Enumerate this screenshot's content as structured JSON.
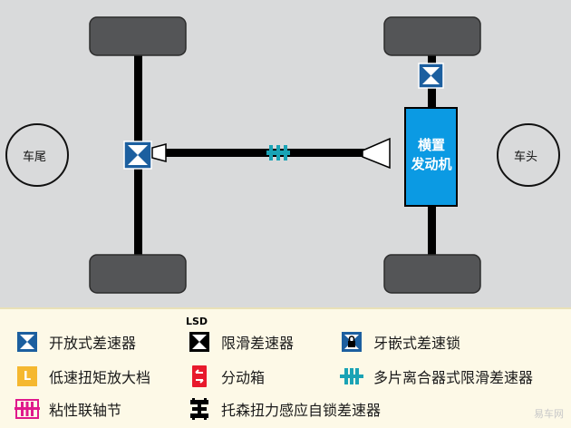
{
  "diagram": {
    "rear_label": "车尾",
    "front_label": "车头",
    "engine_label_line1": "横置",
    "engine_label_line2": "发动机",
    "colors": {
      "background": "#d9dadb",
      "tire": "#545557",
      "shaft": "#000000",
      "engine": "#0b9ae3",
      "open_diff": "#1c5f9f",
      "multi_plate_clutch": "#1aa3b5",
      "legend_background": "#fdf9e7"
    }
  },
  "legend": {
    "items": [
      {
        "icon": "open-differential-icon",
        "label": "开放式差速器"
      },
      {
        "icon": "limited-slip-differential-icon",
        "label": "限滑差速器",
        "badge": "LSD"
      },
      {
        "icon": "locking-differential-icon",
        "label": "牙嵌式差速锁"
      },
      {
        "icon": "low-range-gear-icon",
        "label": "低速扭矩放大档",
        "badge": "L"
      },
      {
        "icon": "transfer-case-icon",
        "label": "分动箱"
      },
      {
        "icon": "multi-plate-clutch-icon",
        "label": "多片离合器式限滑差速器"
      },
      {
        "icon": "viscous-coupling-icon",
        "label": "粘性联轴节"
      },
      {
        "icon": "torsen-differential-icon",
        "label": "托森扭力感应自锁差速器"
      }
    ]
  },
  "watermark": "易车网"
}
